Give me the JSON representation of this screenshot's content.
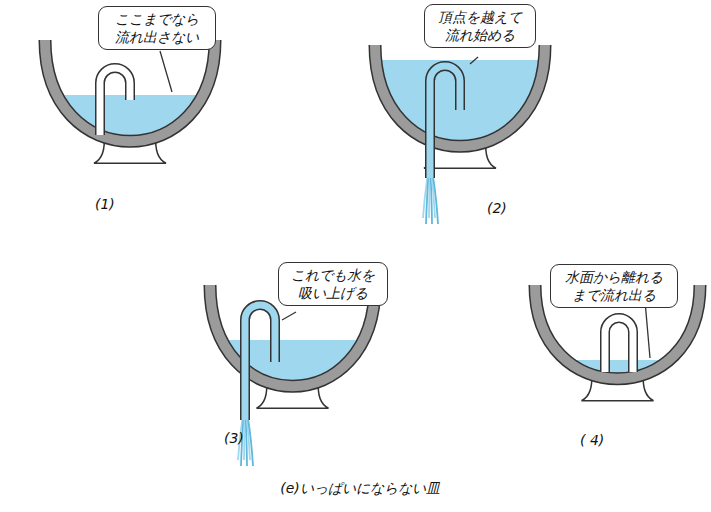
{
  "diagram": {
    "caption": "(e)いっぱいにならない皿",
    "nodes": [
      {
        "text": [
          "ここまでなら 流れ出さない"
        ]
      },
      {
        "text": [
          "頂点を越えて 流れ始める"
        ]
      },
      {
        "text": [
          "これでも水を 吸い上げる"
        ]
      },
      {
        "text": [
          "水面から離れる まで流れ出る"
        ]
      }
    ],
    "edges": [],
    "labels": [
      "(1)",
      "(2)",
      "(3)",
      "( 4)"
    ]
  }
}
